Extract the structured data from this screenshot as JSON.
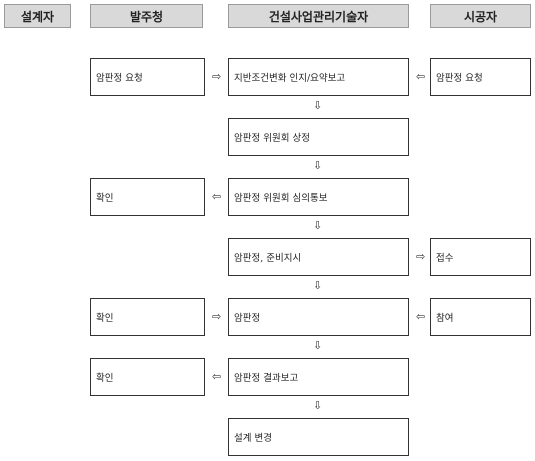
{
  "headers": {
    "designer": "설계자",
    "client": "발주청",
    "supervisor": "건설사업관리기술자",
    "contractor": "시공자"
  },
  "rows": [
    {
      "client": "암판정 요청",
      "supervisor": "지반조건변화 인지/요약보고",
      "contractor": "암판정 요청"
    },
    {
      "supervisor": "암판정 위원회 상정"
    },
    {
      "client": "확인",
      "supervisor": "암판정 위원회 심의통보"
    },
    {
      "supervisor": "암판정, 준비지시",
      "contractor": "접수"
    },
    {
      "client": "확인",
      "supervisor": "암판정",
      "contractor": "참여"
    },
    {
      "client": "확인",
      "supervisor": "암판정 결과보고"
    },
    {
      "supervisor": "설계 변경"
    }
  ],
  "arrows": {
    "right": "⇨",
    "left": "⇦",
    "down": "⇩"
  }
}
